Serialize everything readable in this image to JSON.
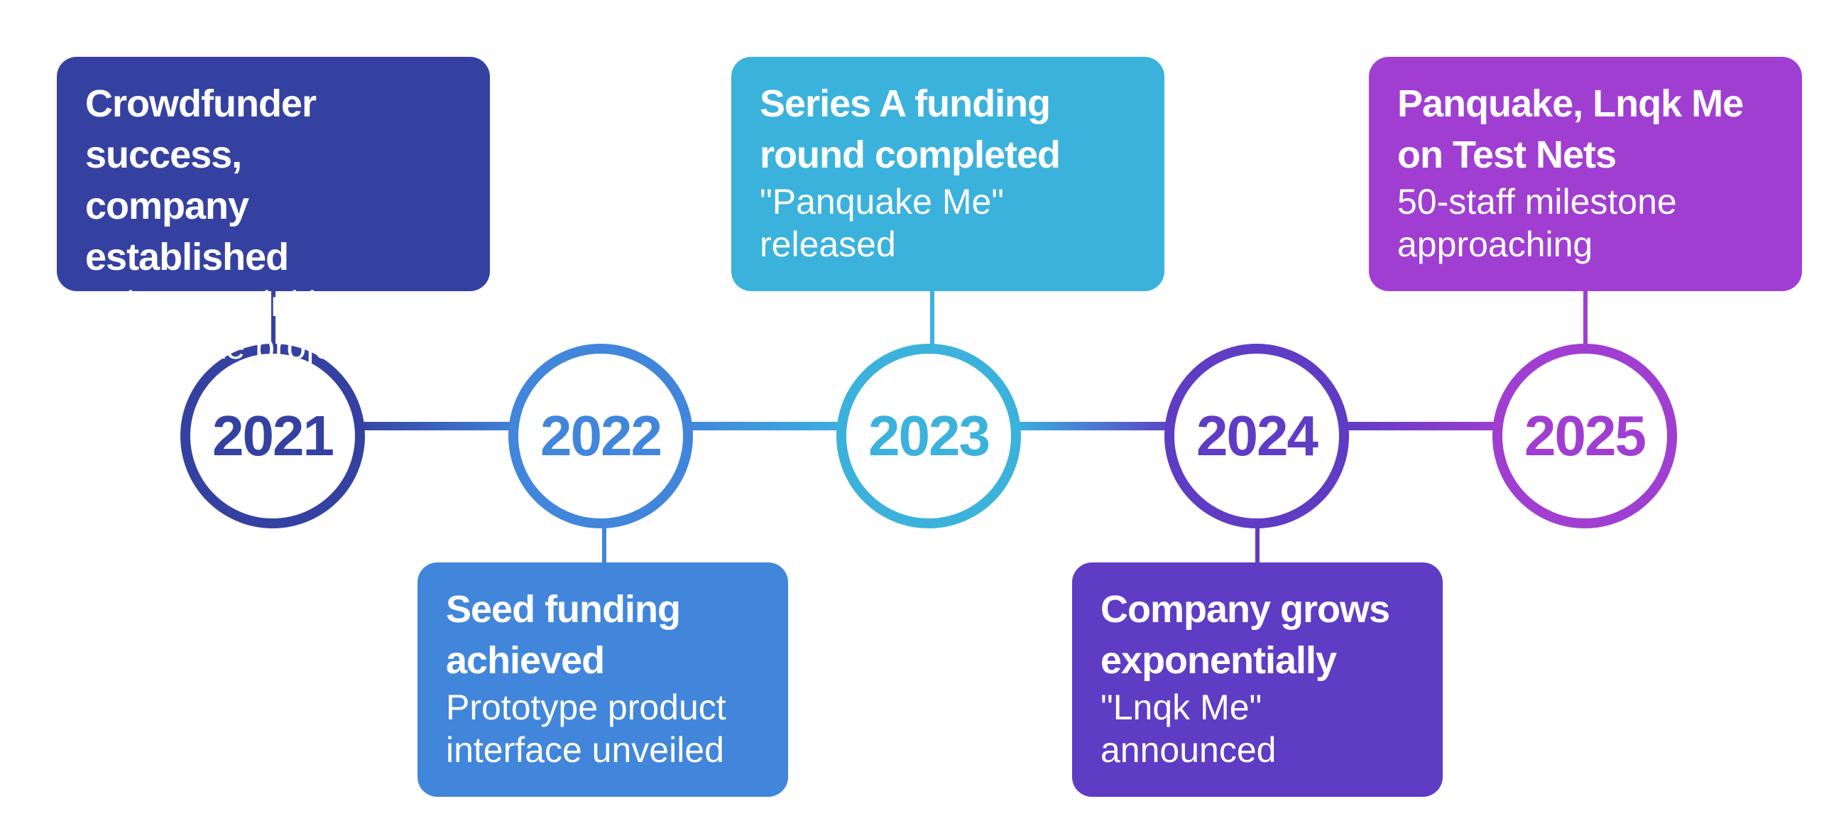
{
  "colors": {
    "y2021": "#3541a1",
    "y2022": "#4186db",
    "y2023": "#3bb2dc",
    "y2024": "#5e3cc4",
    "y2025": "#a03ed2",
    "background": "#ffffff",
    "card_text": "#ffffff"
  },
  "milestones": [
    {
      "year": "2021",
      "title": "Crowdfunder success,\ncompany established",
      "description": "Volunteers initiate\nPanquake project",
      "card_position": "above"
    },
    {
      "year": "2022",
      "title": "Seed funding\nachieved",
      "description": "Prototype product\ninterface unveiled",
      "card_position": "below"
    },
    {
      "year": "2023",
      "title": "Series A funding\nround completed",
      "description": "\"Panquake Me\"\nreleased",
      "card_position": "above"
    },
    {
      "year": "2024",
      "title": "Company grows\nexponentially",
      "description": "\"Lnqk Me\"\nannounced",
      "card_position": "below"
    },
    {
      "year": "2025",
      "title": "Panquake, Lnqk Me\non Test Nets",
      "description": "50-staff milestone\napproaching",
      "card_position": "above"
    }
  ]
}
